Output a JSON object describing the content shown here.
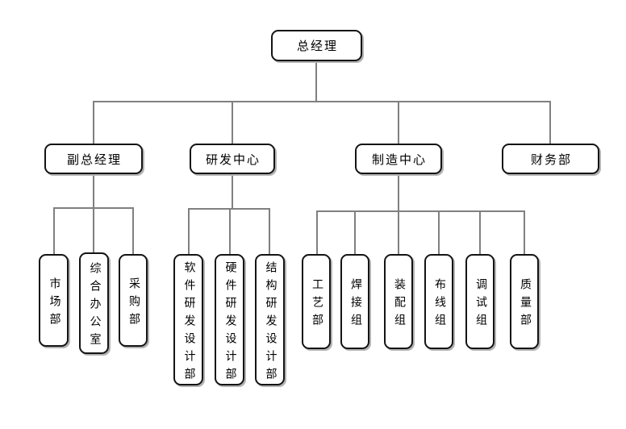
{
  "org_chart": {
    "root": {
      "label": "总经理"
    },
    "level2": [
      {
        "label": "副总经理",
        "children": [
          "市场部",
          "综合办公室",
          "采购部"
        ]
      },
      {
        "label": "研发中心",
        "children": [
          "软件研发设计部",
          "硬件研发设计部",
          "结构研发设计部"
        ]
      },
      {
        "label": "制造中心",
        "children": [
          "工艺部",
          "焊接组",
          "装配组",
          "布线组",
          "调试组",
          "质量部"
        ]
      },
      {
        "label": "财务部",
        "children": []
      }
    ]
  },
  "colors": {
    "connector": "#808080",
    "node_border": "#141414",
    "node_fill": "#ffffff",
    "node_shadow": "#b3b3b3",
    "text": "#000000",
    "background": "#ffffff"
  }
}
